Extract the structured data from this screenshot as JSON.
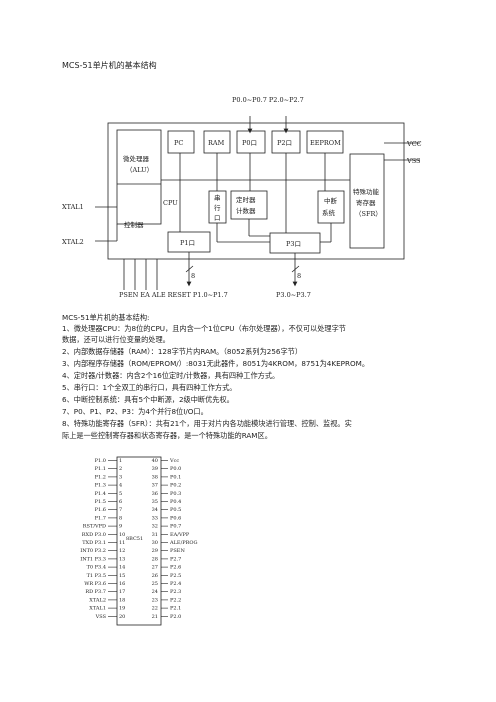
{
  "heading": "MCS-51单片机的基本结构",
  "diagram": {
    "top_port_label": "P0.0~P0.7  P2.0~P2.7",
    "pc": "PC",
    "ram": "RAM",
    "p0": "P0口",
    "p2": "P2口",
    "eeprom": "EEPROM",
    "vcc": "VCC",
    "vss": "VSS",
    "cpu_line1": "微处理器",
    "cpu_line2": "（ALU）",
    "cpu_label": "CPU",
    "controller": "控制器",
    "serial": [
      "串",
      "行",
      "口"
    ],
    "timer_line1": "定时器",
    "timer_line2": "计数器",
    "interrupt_line1": "中断",
    "interrupt_line2": "系统",
    "sfr_line1": "特殊功能",
    "sfr_line2": "寄存器",
    "sfr_line3": "（SFR）",
    "p1": "P1口",
    "p3": "P3口",
    "xtal1": "XTAL1",
    "xtal2": "XTAL2",
    "bus_width_1": "8",
    "bus_width_2": "8",
    "bottom_left": "PSEN EA ALE RESET P1.0~P1.7",
    "bottom_right": "P3.0~P3.7"
  },
  "section_title": "MCS-51单片机的基本结构:",
  "items": [
    "1、微处理器CPU：为8位的CPU，且内含一个1位CPU（布尔处理器），不仅可以处理字节",
    "数据，还可以进行位变量的处理。",
    "2、内部数据存储器（RAM）：128字节片内RAM。（8052系列为256字节）",
    "3、内部程序存储器（ROM/EPROM/）:8031无此器件，8051为4KROM，8751为4KEPROM。",
    "4、定时器/计数器：内含2个16位定时/计数器，具有四种工作方式。",
    "5、串行口：1个全双工的串行口，具有四种工作方式。",
    "6、中断控制系统：具有5个中断源，2级中断优先权。",
    "7、P0、P1、P2、P3：为4个并行8位I/O口。",
    "8、特殊功能寄存器（SFR）：共有21个，用于对片内各功能模块进行管理、控制、监视。实",
    "际上是一些控制寄存器和状态寄存器，是一个特殊功能的RAM区。"
  ],
  "pinout": {
    "chip": "8BC51",
    "left_pins": [
      {
        "name": "P1.0",
        "num": "1"
      },
      {
        "name": "P1.1",
        "num": "2"
      },
      {
        "name": "P1.2",
        "num": "3"
      },
      {
        "name": "P1.3",
        "num": "4"
      },
      {
        "name": "P1.4",
        "num": "5"
      },
      {
        "name": "P1.5",
        "num": "6"
      },
      {
        "name": "P1.6",
        "num": "7"
      },
      {
        "name": "P1.7",
        "num": "8"
      },
      {
        "name": "RST/VPD",
        "num": "9"
      },
      {
        "name": "RXD P3.0",
        "num": "10"
      },
      {
        "name": "TXD P3.1",
        "num": "11"
      },
      {
        "name": "INT0 P3.2",
        "num": "12"
      },
      {
        "name": "INT1 P3.3",
        "num": "13"
      },
      {
        "name": "T0 P3.4",
        "num": "14"
      },
      {
        "name": "T1 P3.5",
        "num": "15"
      },
      {
        "name": "WR P3.6",
        "num": "16"
      },
      {
        "name": "RD P3.7",
        "num": "17"
      },
      {
        "name": "XTAL2",
        "num": "18"
      },
      {
        "name": "XTAL1",
        "num": "19"
      },
      {
        "name": "VSS",
        "num": "20"
      }
    ],
    "right_pins": [
      {
        "name": "Vcc",
        "num": "40"
      },
      {
        "name": "P0.0",
        "num": "39"
      },
      {
        "name": "P0.1",
        "num": "38"
      },
      {
        "name": "P0.2",
        "num": "37"
      },
      {
        "name": "P0.3",
        "num": "36"
      },
      {
        "name": "P0.4",
        "num": "35"
      },
      {
        "name": "P0.5",
        "num": "34"
      },
      {
        "name": "P0.6",
        "num": "33"
      },
      {
        "name": "P0.7",
        "num": "32"
      },
      {
        "name": "EA/VPP",
        "num": "31"
      },
      {
        "name": "ALE/PROG",
        "num": "30"
      },
      {
        "name": "PSEN",
        "num": "29"
      },
      {
        "name": "P2.7",
        "num": "28"
      },
      {
        "name": "P2.6",
        "num": "27"
      },
      {
        "name": "P2.5",
        "num": "26"
      },
      {
        "name": "P2.4",
        "num": "25"
      },
      {
        "name": "P2.3",
        "num": "24"
      },
      {
        "name": "P2.2",
        "num": "23"
      },
      {
        "name": "P2.1",
        "num": "22"
      },
      {
        "name": "P2.0",
        "num": "21"
      }
    ]
  }
}
